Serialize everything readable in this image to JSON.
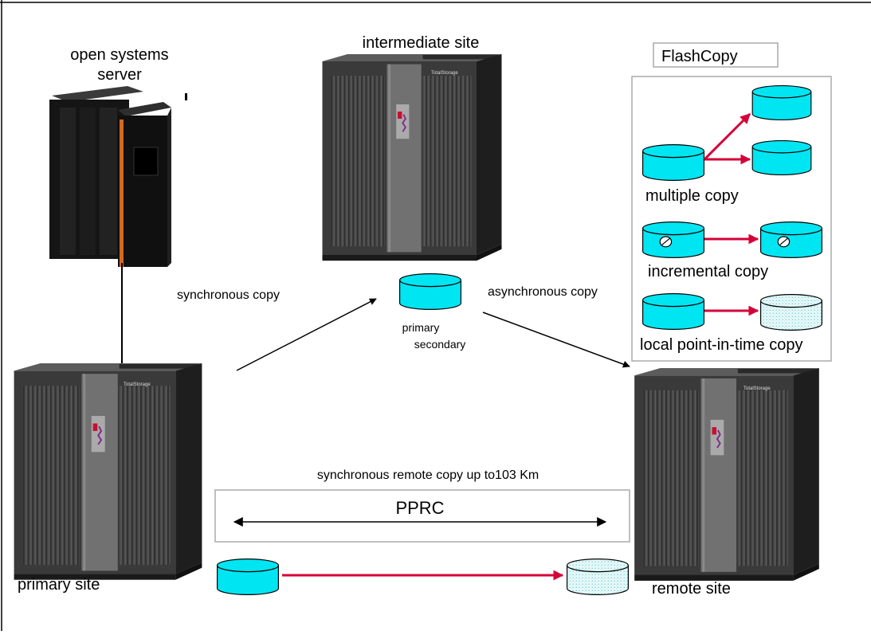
{
  "labels": {
    "open_systems_server": [
      "open systems",
      "server"
    ],
    "intermediate_site": "intermediate site",
    "flashcopy": "FlashCopy",
    "multiple_copy": "multiple  copy",
    "incremental_copy": "incremental copy",
    "local_point_in_time_copy": "local point-in-time copy",
    "synchronous_copy": "synchronous copy",
    "asynchronous_copy": "asynchronous copy",
    "primary_secondary": [
      "primary",
      "secondary"
    ],
    "synchronous_remote_copy": "synchronous remote copy up to103 Km",
    "pprc": "PPRC",
    "primary_site": "primary site",
    "remote_site": "remote site",
    "storage_brand": "TotalStorage"
  },
  "colors": {
    "disk_cyan": "#00e5f2",
    "disk_speckled": "#dff6f7",
    "copy_arrow": "#d4003a",
    "cabinet_dark": "#3b3b3b",
    "cabinet_mid": "#6e6e6e",
    "server_black": "#151515",
    "server_accent": "#d2691e"
  },
  "icons": {
    "storage": "storage-cabinet-icon",
    "server": "server-rack-icon",
    "disk": "disk-volume-icon"
  }
}
